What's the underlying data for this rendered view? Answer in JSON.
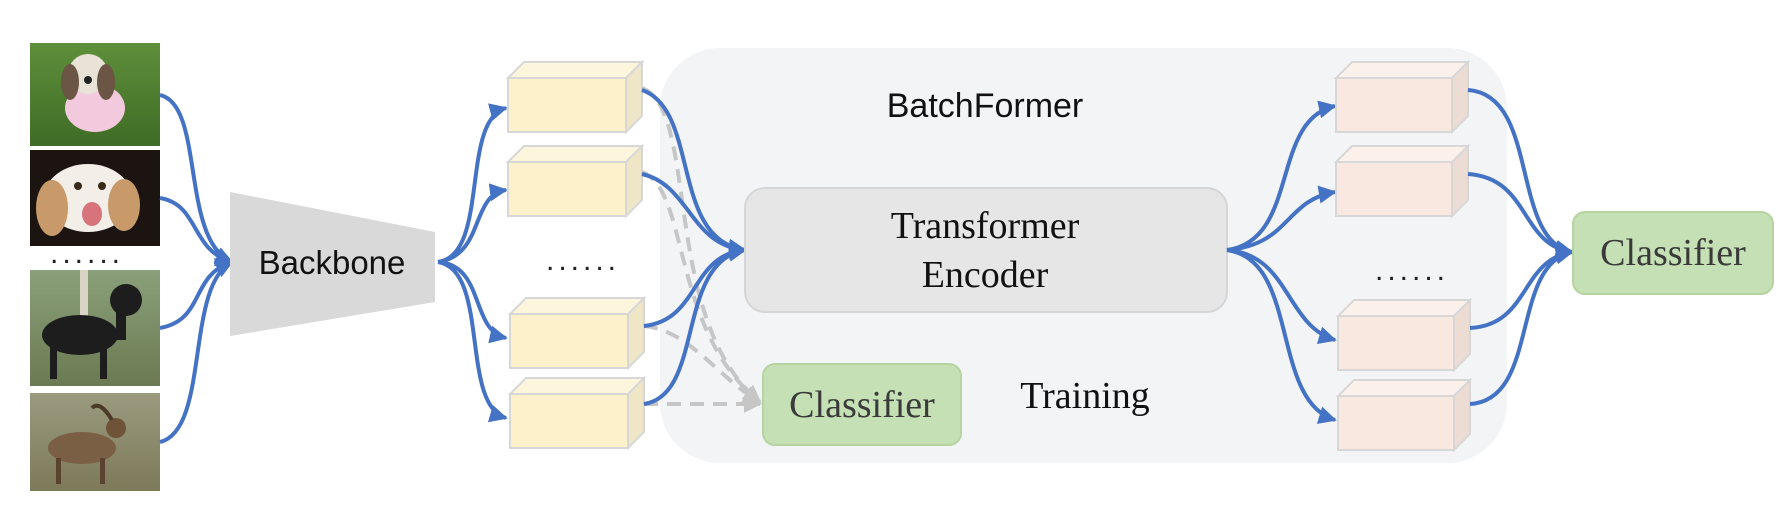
{
  "images": [
    {
      "name": "shih-tzu dog"
    },
    {
      "name": "clumber spaniel dog"
    },
    {
      "name": "giant schnauzer dog"
    },
    {
      "name": "ibex goat"
    }
  ],
  "labels": {
    "backbone": "Backbone",
    "batchformer": "BatchFormer",
    "transformer_line1": "Transformer",
    "transformer_line2": "Encoder",
    "classifier_inner": "Classifier",
    "training": "Training",
    "classifier_outer": "Classifier",
    "ellipsis_images": "......",
    "ellipsis_features": "......",
    "ellipsis_outputs": "......"
  },
  "colors": {
    "arrow": "#4472c4",
    "dashed_arrow": "#c6c6c6",
    "feature_block": "#fdf1cb",
    "output_block": "#f8e8df",
    "classifier": "#c5e0b4",
    "transformer": "#e6e6e6",
    "batchformer_region": "#f3f4f6",
    "backbone": "#d9d9d9"
  }
}
